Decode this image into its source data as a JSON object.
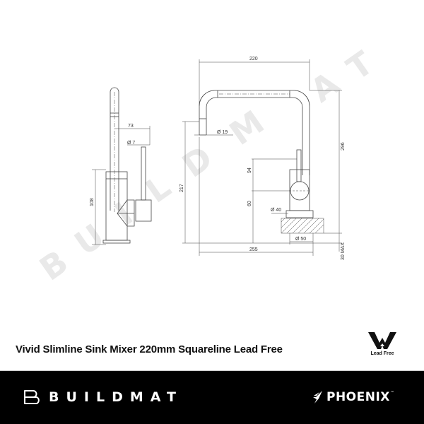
{
  "watermark": {
    "letters": [
      "B",
      "U",
      "I",
      "L",
      "D",
      "M",
      "A",
      "T"
    ],
    "color": "#e9e9e9"
  },
  "side_view": {
    "dimensions": {
      "spout_to_handle": "73",
      "handle_diameter": "Ø 7",
      "body_height": "108"
    }
  },
  "front_view": {
    "dimensions": {
      "spout_reach": "220",
      "spout_diameter": "Ø 19",
      "spout_outlet_height": "217",
      "total_height": "296",
      "handle_height": "94",
      "lever_center_height": "60",
      "lever_diameter": "Ø 40",
      "base_diameter": "Ø 50",
      "overall_depth": "255",
      "bench_thickness": "30 MAX"
    }
  },
  "product": {
    "title": "Vivid Slimline Sink Mixer 220mm Squareline Lead Free"
  },
  "certification": {
    "badge_label": "Lead Free"
  },
  "footer": {
    "background": "#000000",
    "retailer_name": "BUILDMAT",
    "brand_name": "PHOENIX",
    "brand_tm": "™"
  }
}
